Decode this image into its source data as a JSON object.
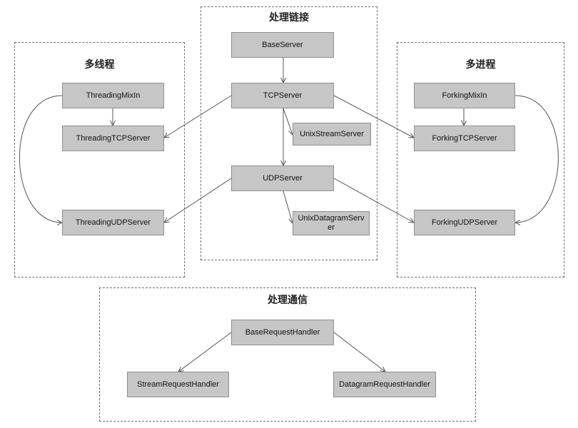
{
  "groups": {
    "multithread": {
      "title": "多线程"
    },
    "processing_chain": {
      "title": "处理链接"
    },
    "multiprocess": {
      "title": "多进程"
    },
    "communication": {
      "title": "处理通信"
    }
  },
  "nodes": {
    "base_server": "BaseServer",
    "tcp_server": "TCPServer",
    "unix_stream_server": "UnixStreamServer",
    "udp_server": "UDPServer",
    "unix_datagram_server": "UnixDatagramServer",
    "threading_mixin": "ThreadingMixIn",
    "threading_tcp_server": "ThreadingTCPServer",
    "threading_udp_server": "ThreadingUDPServer",
    "forking_mixin": "ForkingMixIn",
    "forking_tcp_server": "ForkingTCPServer",
    "forking_udp_server": "ForkingUDPServer",
    "base_request_handler": "BaseRequestHandler",
    "stream_request_handler": "StreamRequestHandler",
    "datagram_request_handler": "DatagramRequestHandler"
  },
  "colors": {
    "node_fill": "#c6c6c6",
    "node_border": "#8f8f8f",
    "edge": "#555555",
    "group_border": "#6f6f6f"
  }
}
